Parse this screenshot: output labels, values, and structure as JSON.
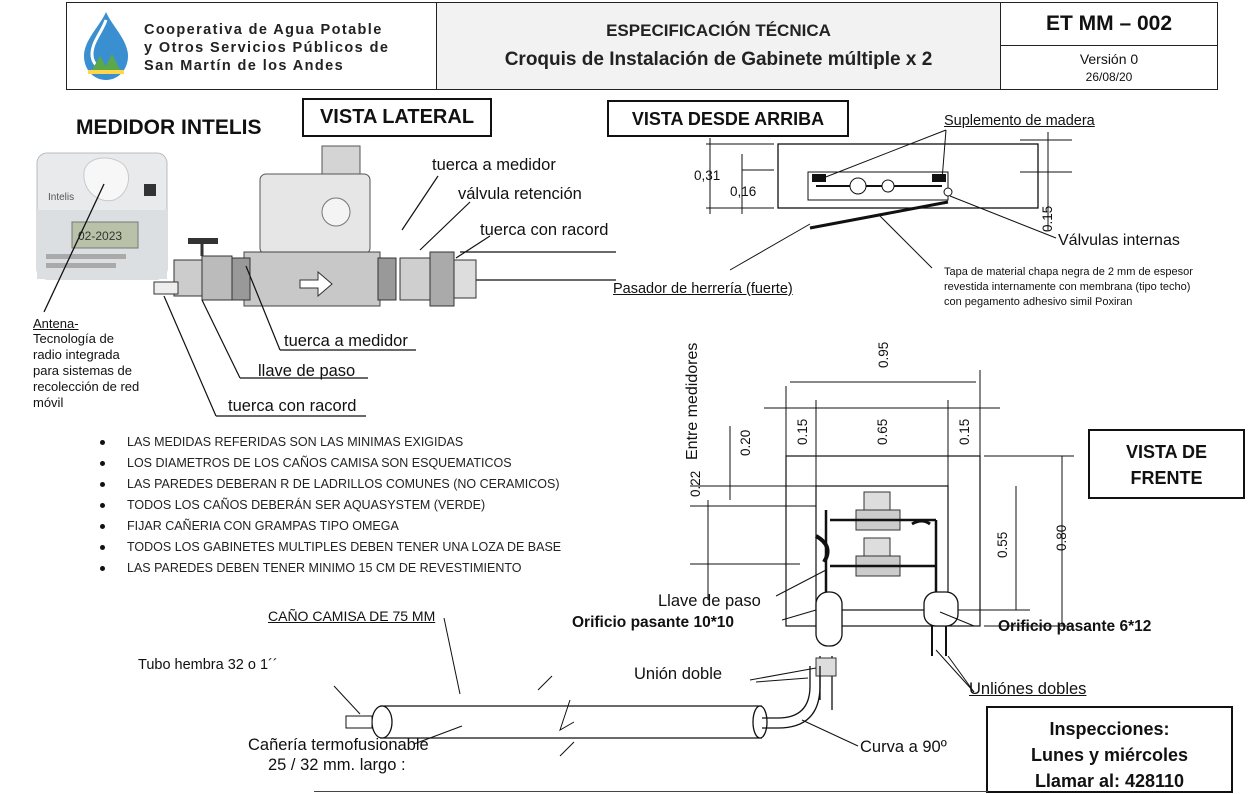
{
  "header": {
    "org_lines": [
      "Cooperativa de Agua Potable",
      "y Otros Servicios Públicos de",
      "San Martín de los Andes"
    ],
    "spec_label": "ESPECIFICACIÓN TÉCNICA",
    "spec_title": "Croquis de Instalación de Gabinete múltiple x 2",
    "code": "ET MM – 002",
    "version": "Versión 0",
    "date": "26/08/20"
  },
  "meter": {
    "title": "MEDIDOR INTELIS",
    "brand": "Intelis",
    "lcd": "02-2023",
    "antenna_title": "Antena-",
    "antenna_desc": [
      "Tecnología de",
      "radio integrada",
      "para sistemas de",
      "recolección de red",
      "móvil"
    ]
  },
  "side_view": {
    "title": "VISTA LATERAL",
    "labels": {
      "nut_meter_top": "tuerca a medidor",
      "check_valve": "válvula retención",
      "nut_racord_top": "tuerca con racord",
      "nut_meter_bottom": "tuerca a medidor",
      "stop_valve": "llave de paso",
      "nut_racord_bottom": "tuerca con racord"
    }
  },
  "top_view": {
    "title": "VISTA DESDE ARRIBA",
    "wood_shim": "Suplemento de madera",
    "latch": "Pasador de herrería (fuerte)",
    "internal_valves": "Válvulas internas",
    "lid_note": [
      "Tapa de material chapa negra de 2 mm de espesor",
      "revestida internamente con membrana (tipo techo)",
      "con pegamento adhesivo simil Poxiran"
    ],
    "dims": [
      "0,31",
      "0,16",
      "0.15"
    ]
  },
  "front_view": {
    "title_lines": [
      "VISTA DE",
      "FRENTE"
    ],
    "between_meters": "Entre medidores",
    "dims": {
      "total_width": "0.95",
      "left_margin": "0.15",
      "inner_width": "0.65",
      "right_margin": "0.15",
      "top_gap": "0.20",
      "between": "0.22",
      "inner_height": "0.55",
      "total_height": "0.80"
    },
    "stop_valve": "Llave de paso",
    "hole_left": "Orificio pasante 10*10",
    "hole_right": "Orificio pasante 6*12",
    "double_union": "Unión doble",
    "double_unions": "Unliónes dobles",
    "elbow": "Curva a 90º"
  },
  "notes": [
    "LAS MEDIDAS REFERIDAS SON LAS MINIMAS EXIGIDAS",
    "LOS DIAMETROS DE LOS CAÑOS CAMISA SON ESQUEMATICOS",
    "LAS PAREDES DEBERAN R DE LADRILLOS COMUNES (NO CERAMICOS)",
    "TODOS LOS CAÑOS DEBERÁN SER AQUASYSTEM (VERDE)",
    "FIJAR CAÑERIA CON GRAMPAS TIPO OMEGA",
    "TODOS LOS GABINETES MULTIPLES DEBEN TENER UNA LOZA DE BASE",
    "LAS PAREDES DEBEN TENER MINIMO 15 CM DE REVESTIMIENTO"
  ],
  "piping": {
    "sleeve": "CAÑO CAMISA DE 75 MM",
    "female_tube": "Tubo hembra 32 o 1´´",
    "pipe_line1": "Cañería termofusionable",
    "pipe_line2": "25 / 32 mm. largo :"
  },
  "inspections": {
    "line1": "Inspecciones:",
    "line2": "Lunes y miércoles",
    "line3": "Llamar al: 428110"
  },
  "colors": {
    "logo_blue": "#3a8fd0",
    "logo_green": "#5aa84a",
    "header_gray": "#f2f2f2"
  }
}
